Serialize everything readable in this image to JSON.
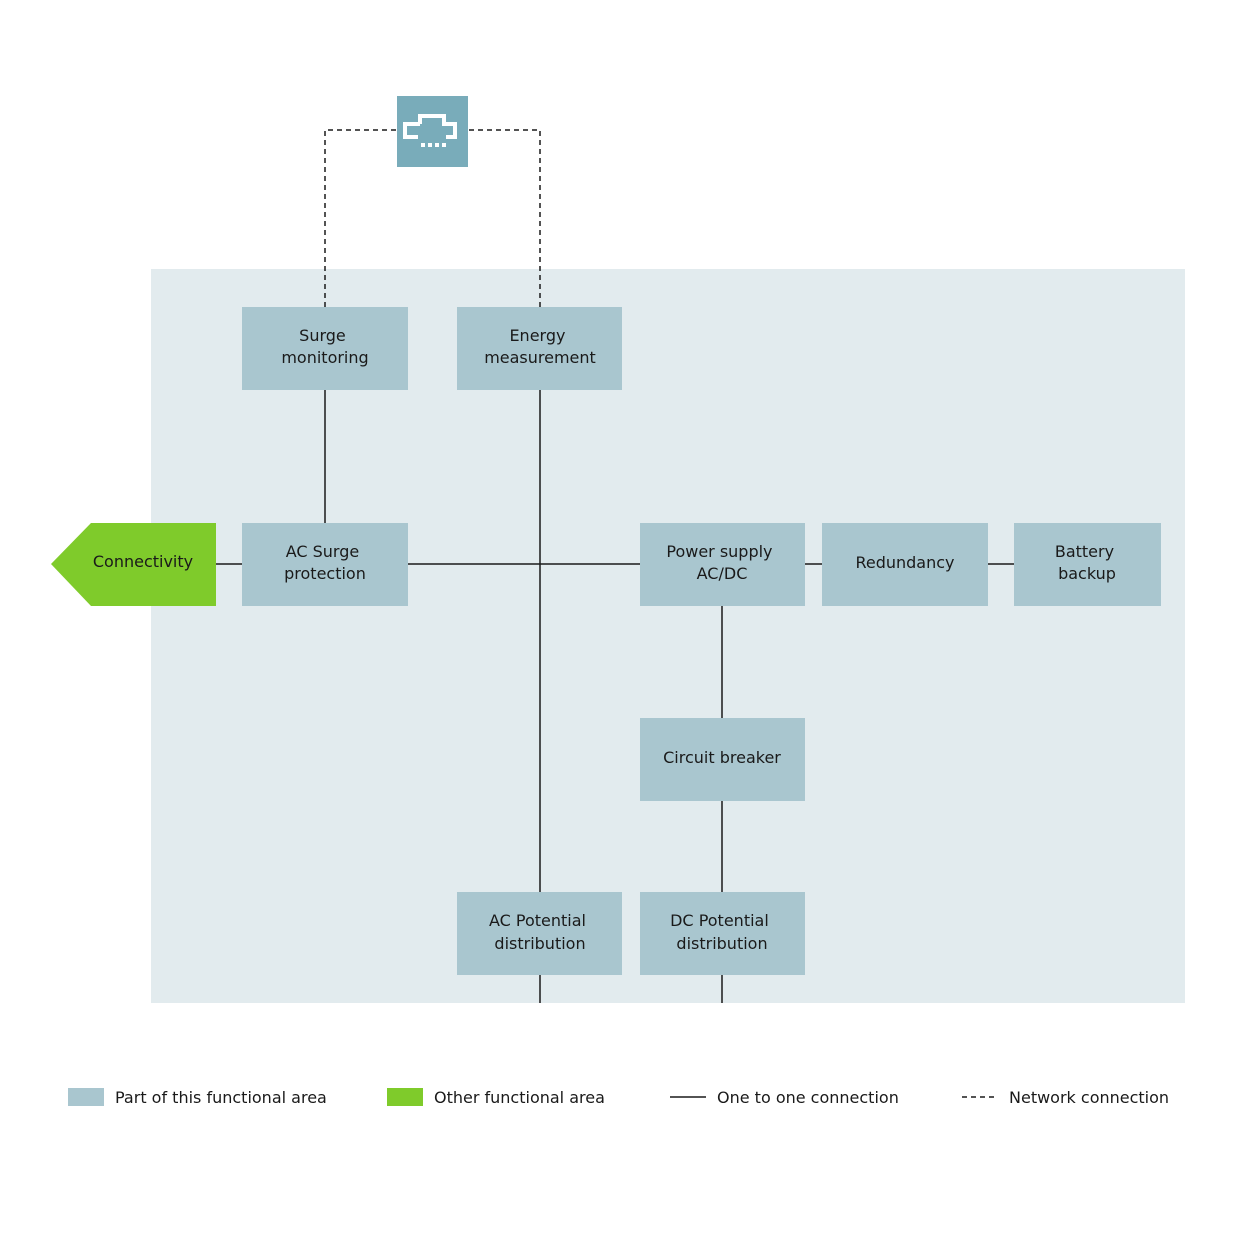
{
  "colors": {
    "area_background": "#e2ebee",
    "node_fill": "#a9c6cf",
    "external_fill": "#7fcb2b",
    "network_icon_bg": "#79acba",
    "line": "#1a1a1a"
  },
  "nodes": {
    "surge_monitoring": [
      "Surge",
      "monitoring"
    ],
    "energy_measurement": [
      "Energy",
      "measurement"
    ],
    "connectivity": [
      "Connectivity"
    ],
    "ac_surge_protection": [
      "AC Surge",
      "protection"
    ],
    "power_supply": [
      "Power supply",
      "AC/DC"
    ],
    "redundancy": [
      "Redundancy"
    ],
    "battery_backup": [
      "Battery",
      "backup"
    ],
    "circuit_breaker": [
      "Circuit breaker"
    ],
    "ac_potential_distribution": [
      "AC Potential",
      "distribution"
    ],
    "dc_potential_distribution": [
      "DC Potential",
      "distribution"
    ]
  },
  "network_icon": "network-cloud-icon",
  "legend": {
    "part_of_area": "Part of this functional area",
    "other_area": "Other functional area",
    "one_to_one": "One to one connection",
    "network": "Network connection"
  }
}
